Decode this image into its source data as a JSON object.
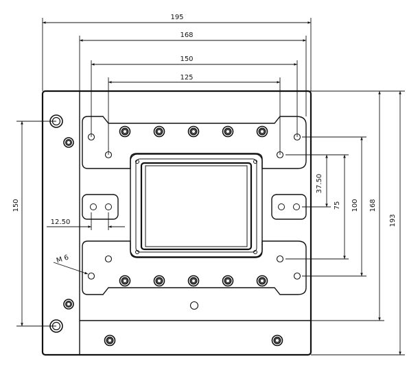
{
  "dimensions": {
    "top_195": "195",
    "top_168": "168",
    "top_150": "150",
    "top_125": "125",
    "left_150": "150",
    "left_12_50": "12.50",
    "thread_label": "M 6",
    "right_37_50": "37.50",
    "right_75": "75",
    "right_100": "100",
    "right_168": "168",
    "right_193": "193"
  }
}
